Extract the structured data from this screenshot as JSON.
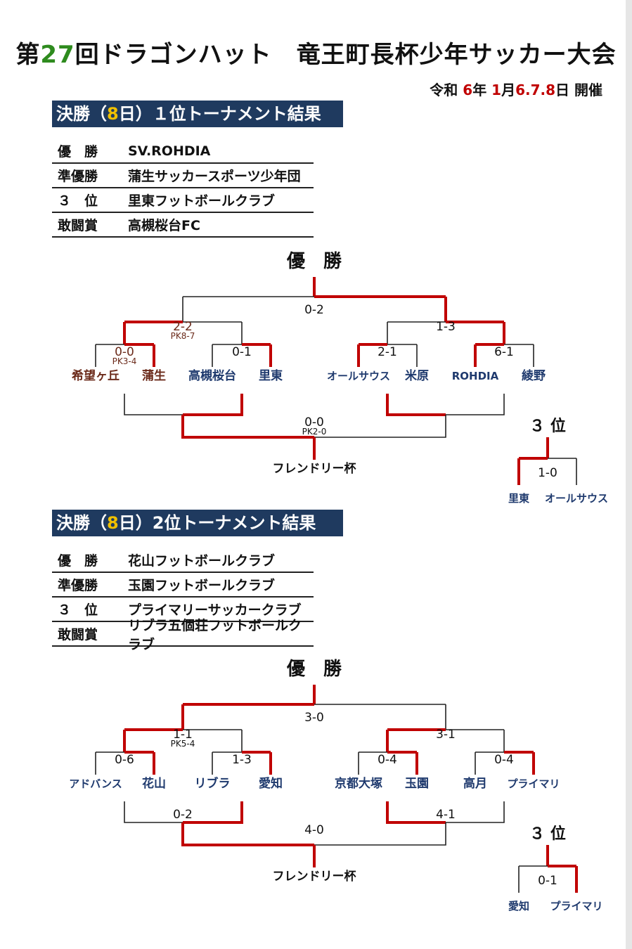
{
  "title": {
    "prefix": "第",
    "number": "27",
    "suffix": "回ドラゴンハット　竜王町長杯少年サッカー大会"
  },
  "date": {
    "era": "令和",
    "year": "6",
    "year_unit": "年",
    "month": "1",
    "month_unit": "月",
    "days": "6.7.8",
    "day_unit": "日",
    "held": "開催"
  },
  "sections": [
    {
      "header_prefix": "決勝（",
      "header_day": "8",
      "header_suffix": "日）１位トーナメント結果",
      "results": [
        {
          "label": "優　勝",
          "team": "SV.ROHDIA"
        },
        {
          "label": "準優勝",
          "team": "蒲生サッカースポーツ少年団"
        },
        {
          "label": "３　位",
          "team": "里東フットボールクラブ"
        },
        {
          "label": "敢闘賞",
          "team": "高槻桜台FC"
        }
      ],
      "bracket": {
        "champion_label": "優　勝",
        "friendly_label": "フレンドリー杯",
        "third_label": "３ 位",
        "teams": [
          "希望ヶ丘",
          "蒲生",
          "高槻桜台",
          "里東",
          "オールサウス",
          "米原",
          "ROHDIA",
          "綾野"
        ],
        "r1_scores": [
          "0-0",
          "0-1",
          "2-1",
          "6-1"
        ],
        "r1_pk": [
          "PK3-4",
          "",
          "",
          ""
        ],
        "sf_scores": [
          "2-2",
          "1-3"
        ],
        "sf_pk": [
          "PK8-7",
          ""
        ],
        "final_score": "0-2",
        "friendly_scores": [
          "",
          ""
        ],
        "friendly_final_score": "0-0",
        "friendly_final_pk": "PK2-0",
        "third_teams": [
          "里東",
          "オールサウス"
        ],
        "third_score": "1-0"
      }
    },
    {
      "header_prefix": "決勝（",
      "header_day": "8",
      "header_suffix": "日）2位トーナメント結果",
      "results": [
        {
          "label": "優　勝",
          "team": "花山フットボールクラブ"
        },
        {
          "label": "準優勝",
          "team": "玉園フットボールクラブ"
        },
        {
          "label": "３　位",
          "team": "プライマリーサッカークラブ"
        },
        {
          "label": "敢闘賞",
          "team": "リブラ五個荘フットボールクラブ"
        }
      ],
      "bracket": {
        "champion_label": "優　勝",
        "friendly_label": "フレンドリー杯",
        "third_label": "３ 位",
        "teams": [
          "アドバンス",
          "花山",
          "リブラ",
          "愛知",
          "京都大塚",
          "玉園",
          "高月",
          "プライマリ"
        ],
        "r1_scores": [
          "0-6",
          "1-3",
          "0-4",
          "0-4"
        ],
        "r1_pk": [
          "",
          "",
          "",
          ""
        ],
        "sf_scores": [
          "1-1",
          "3-1"
        ],
        "sf_pk": [
          "PK5-4",
          ""
        ],
        "final_score": "3-0",
        "friendly_scores": [
          "0-2",
          "4-1"
        ],
        "friendly_final_score": "4-0",
        "friendly_final_pk": "",
        "third_teams": [
          "愛知",
          "プライマリ"
        ],
        "third_score": "0-1"
      }
    }
  ],
  "colors": {
    "header_bg": "#1f3a5f",
    "win_line": "#c00000",
    "title_number": "#2e8b1e",
    "team_blue": "#1f3a6e",
    "team_maroon": "#6b2a1a",
    "highlight_yellow": "#f0c000"
  }
}
